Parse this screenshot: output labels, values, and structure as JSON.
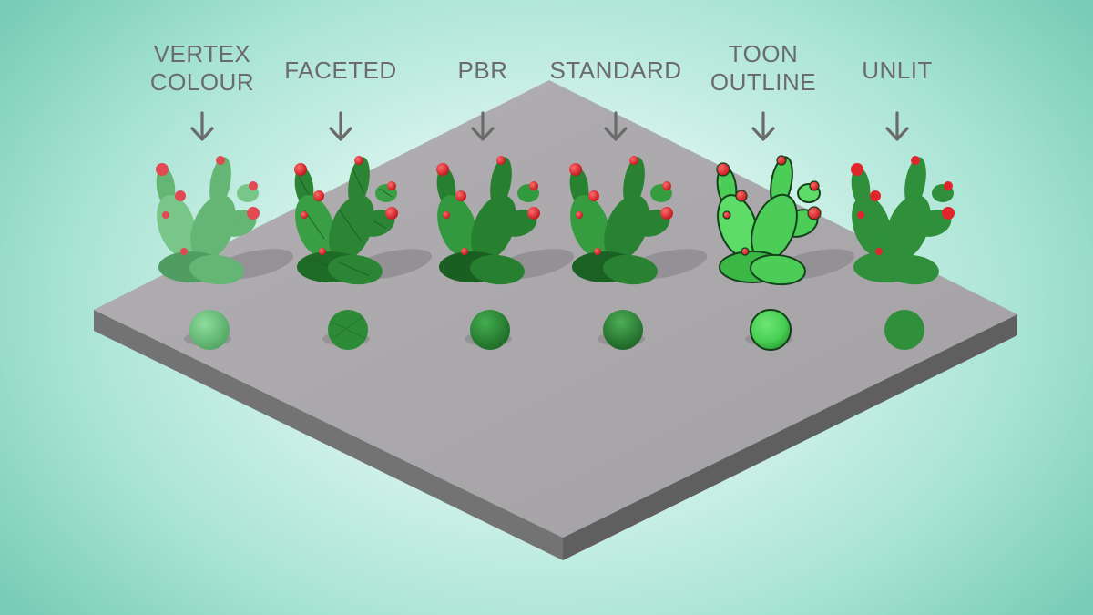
{
  "materials": [
    {
      "id": "vertex-colour",
      "label": "VERTEX\nCOLOUR",
      "style": "vertex-colour"
    },
    {
      "id": "faceted",
      "label": "FACETED",
      "style": "faceted"
    },
    {
      "id": "pbr",
      "label": "PBR",
      "style": "pbr"
    },
    {
      "id": "standard",
      "label": "STANDARD",
      "style": "standard"
    },
    {
      "id": "toon-outline",
      "label": "TOON\nOUTLINE",
      "style": "toon"
    },
    {
      "id": "unlit",
      "label": "UNLIT",
      "style": "unlit"
    }
  ],
  "arrow_icon": "down-arrow-icon",
  "colors": {
    "platform_top": "#a9a7aa",
    "platform_side": "#6e6e6e",
    "label_text": "#6b6b6b",
    "cactus_green": "#2f8f3a",
    "flower_red": "#e0252d",
    "background": "#a9e4d4"
  }
}
